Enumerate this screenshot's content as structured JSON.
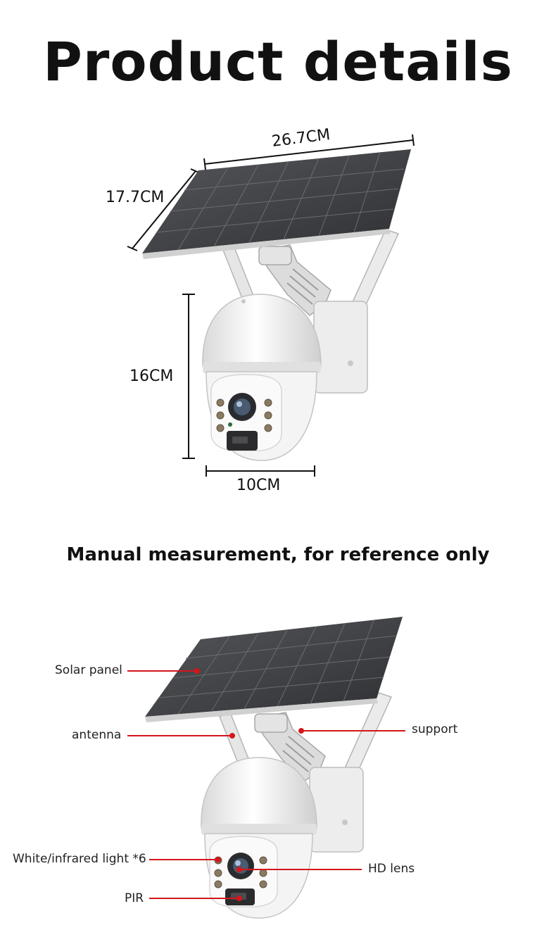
{
  "title": "Product details",
  "dimensions": {
    "width": "26.7CM",
    "depth": "17.7CM",
    "height": "16CM",
    "base": "10CM"
  },
  "note": "Manual measurement, for reference only",
  "callouts": {
    "solar_panel": "Solar panel",
    "antenna": "antenna",
    "support": "support",
    "lights": "White/infrared light *6",
    "lens": "HD lens",
    "pir": "PIR"
  },
  "colors": {
    "callout_line": "#d4161c",
    "panel": "#3c3d40",
    "body": "#f2f2f2"
  }
}
